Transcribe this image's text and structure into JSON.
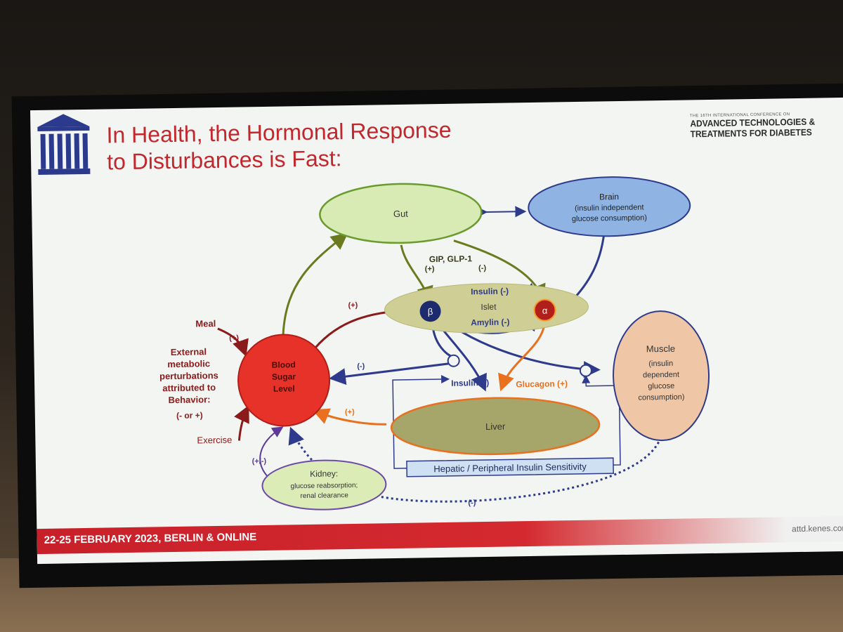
{
  "slide": {
    "title_line1": "In Health, the Hormonal Response",
    "title_line2": "to Disturbances is Fast:",
    "conference_small": "THE 16TH INTERNATIONAL CONFERENCE ON",
    "conference_line1": "ADVANCED TECHNOLOGIES &",
    "conference_line2": "TREATMENTS FOR DIABETES",
    "footer_date": "22-25 FEBRUARY 2023, BERLIN & ONLINE",
    "footer_url": "attd.kenes.com"
  },
  "diagram": {
    "gut": "Gut",
    "brain_title": "Brain",
    "brain_line1": "(insulin independent",
    "brain_line2": "glucose consumption)",
    "gip": "GIP, GLP-1",
    "gip_plus": "(+)",
    "gip_minus": "(-)",
    "beta": "β",
    "alpha": "α",
    "insulin_minus": "Insulin (-)",
    "islet": "Islet",
    "amylin_minus": "Amylin (-)",
    "blood_line1": "Blood",
    "blood_line2": "Sugar",
    "blood_line3": "Level",
    "meal": "Meal",
    "meal_plus": "(+)",
    "behavior_line1": "External",
    "behavior_line2": "metabolic",
    "behavior_line3": "perturbations",
    "behavior_line4": "attributed to",
    "behavior_line5": "Behavior:",
    "behavior_sign": "(- or +)",
    "exercise": "Exercise",
    "blood_to_beta_plus": "(+)",
    "insulin_to_blood_minus": "(-)",
    "insulin_liver": "Insulin (-)",
    "glucagon_liver": "Glucagon (+)",
    "liver": "Liver",
    "liver_to_blood_plus": "(+)",
    "muscle_line1": "Muscle",
    "muscle_line2": "(insulin",
    "muscle_line3": "dependent",
    "muscle_line4": "glucose",
    "muscle_line5": "consumption)",
    "sensitivity": "Hepatic / Peripheral Insulin Sensitivity",
    "kidney_title": "Kidney:",
    "kidney_line1": "glucose reabsorption;",
    "kidney_line2": "renal clearance",
    "kidney_sign": "(+/-)",
    "muscle_kidney_minus": "(-)"
  },
  "colors": {
    "title_red": "#c1272d",
    "gut_green": "#d9ebb4",
    "brain_blue": "#8fb4e3",
    "blood_red": "#e63228",
    "liver_olive": "#a6a56a",
    "muscle_peach": "#f0c7a6",
    "kidney_green": "#dcecb6",
    "insulin_navy": "#2e3a8c",
    "glucagon_orange": "#e8701e",
    "meal_darkred": "#8b1a1a",
    "olive_arrow": "#6b7a1e"
  }
}
